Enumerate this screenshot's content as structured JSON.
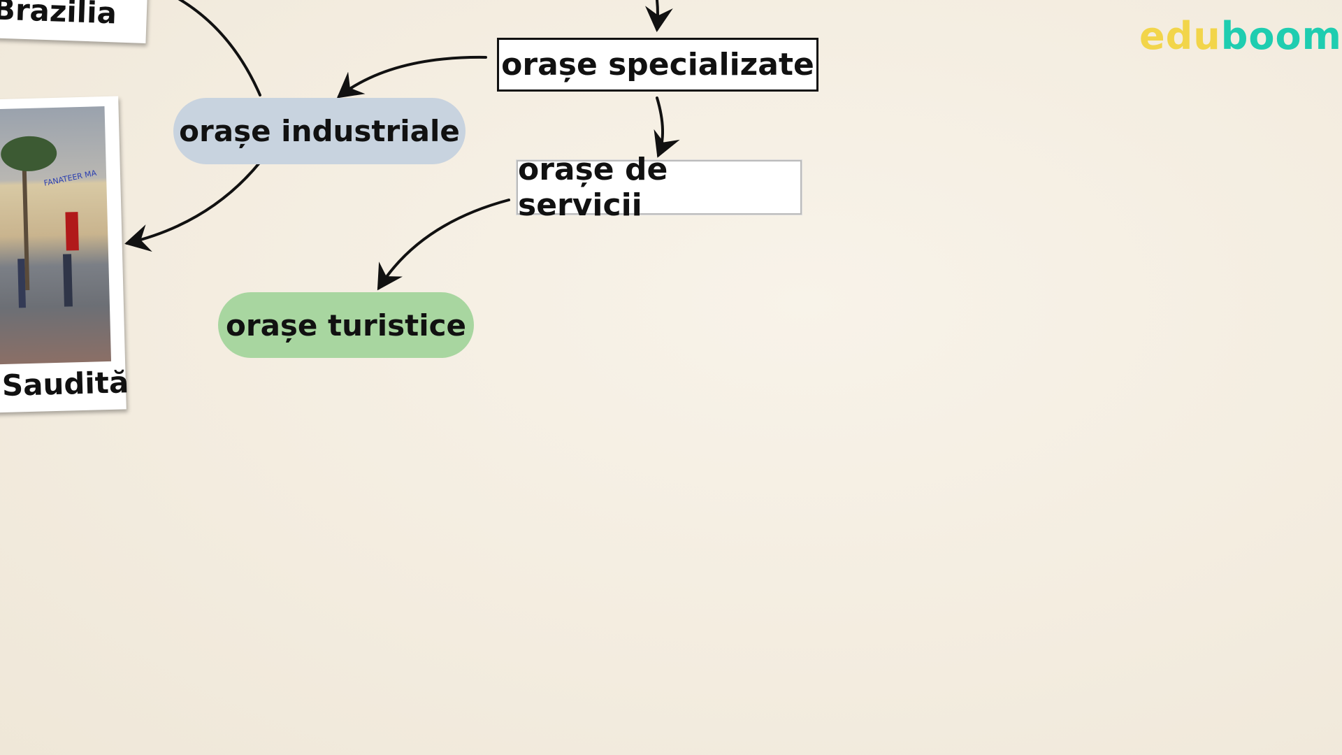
{
  "cards": {
    "top_caption": "Brazilia",
    "photo_caption": "Saudită",
    "photo_sign": "FANATEER MA"
  },
  "nodes": {
    "specialized": "orașe specializate",
    "industrial": "orașe industriale",
    "services": "orașe de servicii",
    "tourist": "orașe turistice"
  },
  "logo": {
    "part1": "edu",
    "part2": "boom",
    "color1": "#f2d54a",
    "color2": "#1fcdb0"
  },
  "colors": {
    "industrial_bg": "#c8d3df",
    "tourist_bg": "#a8d6a0"
  }
}
